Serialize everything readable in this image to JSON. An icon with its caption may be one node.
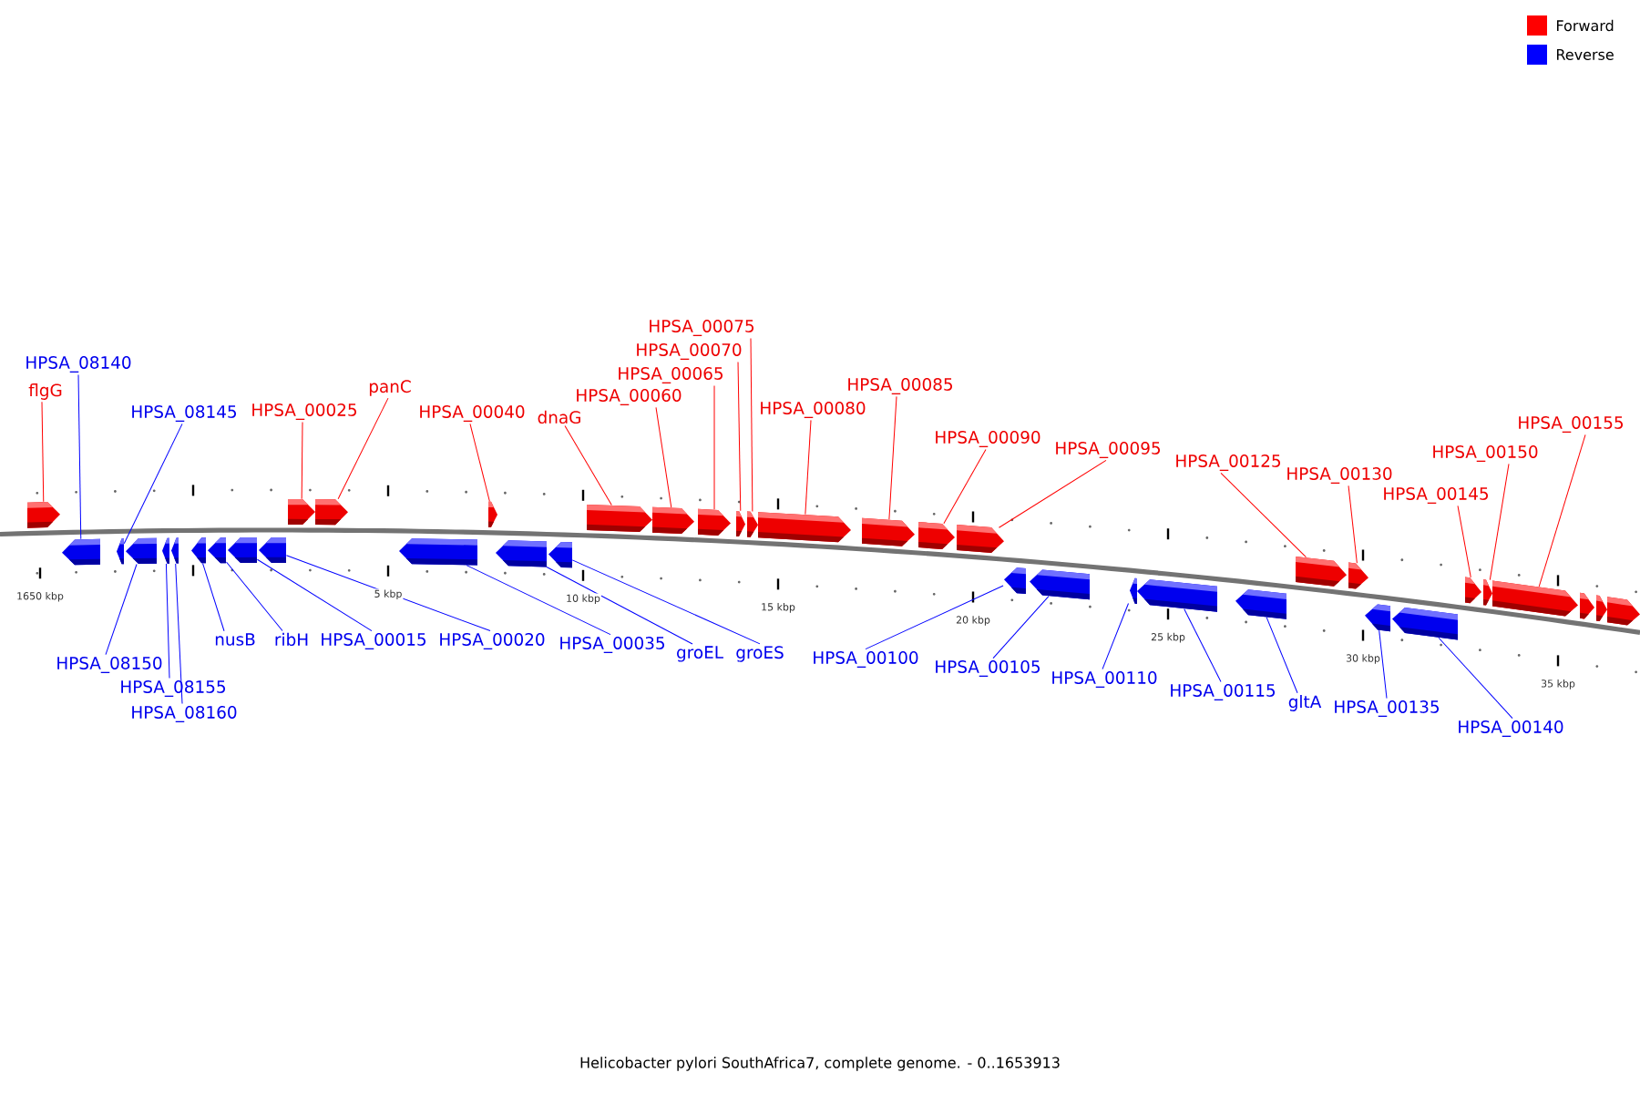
{
  "diagram": {
    "caption": "Helicobacter pylori SouthAfrica7, complete genome. - 0..1653913",
    "nodes": [
      {
        "text": [
          "flgG"
        ]
      },
      {
        "text": [
          "HPSA_08140"
        ]
      },
      {
        "text": [
          "HPSA_08145"
        ]
      },
      {
        "text": [
          "HPSA_00025"
        ]
      },
      {
        "text": [
          "panC"
        ]
      },
      {
        "text": [
          "HPSA_00040"
        ]
      },
      {
        "text": [
          "dnaG"
        ]
      },
      {
        "text": [
          "HPSA_00060"
        ]
      },
      {
        "text": [
          "HPSA_00065"
        ]
      },
      {
        "text": [
          "HPSA_00070"
        ]
      },
      {
        "text": [
          "HPSA_00075"
        ]
      },
      {
        "text": [
          "HPSA_00080"
        ]
      },
      {
        "text": [
          "HPSA_00085"
        ]
      },
      {
        "text": [
          "HPSA_00090"
        ]
      },
      {
        "text": [
          "HPSA_00095"
        ]
      },
      {
        "text": [
          "HPSA_00125"
        ]
      },
      {
        "text": [
          "HPSA_00130"
        ]
      },
      {
        "text": [
          "HPSA_00145"
        ]
      },
      {
        "text": [
          "HPSA_00150"
        ]
      },
      {
        "text": [
          "HPSA_00155"
        ]
      },
      {
        "text": [
          "HPSA_08150"
        ]
      },
      {
        "text": [
          "HPSA_08155"
        ]
      },
      {
        "text": [
          "HPSA_08160"
        ]
      },
      {
        "text": [
          "nusB"
        ]
      },
      {
        "text": [
          "ribH"
        ]
      },
      {
        "text": [
          "HPSA_00015"
        ]
      },
      {
        "text": [
          "HPSA_00020"
        ]
      },
      {
        "text": [
          "HPSA_00035"
        ]
      },
      {
        "text": [
          "groEL"
        ]
      },
      {
        "text": [
          "groES"
        ]
      },
      {
        "text": [
          "HPSA_00100"
        ]
      },
      {
        "text": [
          "HPSA_00105"
        ]
      },
      {
        "text": [
          "HPSA_00110"
        ]
      },
      {
        "text": [
          "HPSA_00115"
        ]
      },
      {
        "text": [
          "gltA"
        ]
      },
      {
        "text": [
          "HPSA_00135"
        ]
      },
      {
        "text": [
          "HPSA_00140"
        ]
      },
      {
        "text": [],
        "shape": "arrow"
      },
      {
        "text": [],
        "shape": "arrow"
      },
      {
        "text": [],
        "shape": "arrow"
      },
      {
        "text": [],
        "shape": "arrow"
      },
      {
        "text": [],
        "shape": "arrow"
      },
      {
        "text": [],
        "shape": "arrow"
      },
      {
        "text": [],
        "shape": "arrow"
      },
      {
        "text": [],
        "shape": "arrow"
      },
      {
        "text": [],
        "shape": "arrow"
      },
      {
        "text": [],
        "shape": "arrow"
      },
      {
        "text": [],
        "shape": "arrow"
      },
      {
        "text": [],
        "shape": "arrow"
      },
      {
        "text": [],
        "shape": "arrow"
      },
      {
        "text": [],
        "shape": "arrow"
      },
      {
        "text": [],
        "shape": "arrow"
      },
      {
        "text": [],
        "shape": "arrow"
      },
      {
        "text": [],
        "shape": "arrow"
      },
      {
        "text": [],
        "shape": "arrow"
      },
      {
        "text": [],
        "shape": "arrow"
      },
      {
        "text": [],
        "shape": "arrow"
      },
      {
        "text": [],
        "shape": "arrow"
      },
      {
        "text": [],
        "shape": "arrow"
      },
      {
        "text": [],
        "shape": "arrow"
      },
      {
        "text": [],
        "shape": "arrow"
      },
      {
        "text": [],
        "shape": "arrow"
      },
      {
        "text": [],
        "shape": "arrow"
      },
      {
        "text": [],
        "shape": "arrow"
      },
      {
        "text": [],
        "shape": "arrow"
      },
      {
        "text": [],
        "shape": "arrow"
      },
      {
        "text": [],
        "shape": "arrow"
      },
      {
        "text": [],
        "shape": "arrow"
      },
      {
        "text": [],
        "shape": "arrow"
      },
      {
        "text": [],
        "shape": "arrow"
      },
      {
        "text": [],
        "shape": "arrow"
      },
      {
        "text": [],
        "shape": "arrow"
      },
      {
        "text": [],
        "shape": "arrow"
      },
      {
        "text": [],
        "shape": "arrow"
      },
      {
        "text": [],
        "shape": "arrow"
      },
      {
        "text": [],
        "shape": "arrow"
      },
      {
        "text": [],
        "shape": "arrow"
      }
    ],
    "edges": [
      {
        "from": 0,
        "to": 37,
        "arrow": "none",
        "color": "#ff0000"
      },
      {
        "from": 1,
        "to": 58,
        "arrow": "none"
      },
      {
        "from": 2,
        "to": 59,
        "arrow": "none"
      },
      {
        "from": 3,
        "to": 38,
        "arrow": "none",
        "color": "#ff0000"
      },
      {
        "from": 4,
        "to": 39,
        "arrow": "none",
        "color": "#ff0000"
      },
      {
        "from": 5,
        "to": 40,
        "arrow": "none",
        "color": "#ff0000"
      },
      {
        "from": 6,
        "to": 41,
        "arrow": "none",
        "color": "#ff0000"
      },
      {
        "from": 7,
        "to": 42,
        "arrow": "none",
        "color": "#ff0000"
      },
      {
        "from": 8,
        "to": 43,
        "arrow": "none",
        "color": "#ff0000"
      },
      {
        "from": 9,
        "to": 44,
        "arrow": "none",
        "color": "#ff0000"
      },
      {
        "from": 10,
        "to": 45,
        "arrow": "none",
        "color": "#ff0000"
      },
      {
        "from": 11,
        "to": 46,
        "arrow": "none",
        "color": "#ff0000"
      },
      {
        "from": 12,
        "to": 47,
        "arrow": "none",
        "color": "#ff0000"
      },
      {
        "from": 13,
        "to": 48,
        "arrow": "none",
        "color": "#ff0000"
      },
      {
        "from": 14,
        "to": 49,
        "arrow": "none",
        "color": "#ff0000"
      },
      {
        "from": 15,
        "to": 50,
        "arrow": "none",
        "color": "#ff0000"
      },
      {
        "from": 16,
        "to": 51,
        "arrow": "none",
        "color": "#ff0000"
      },
      {
        "from": 17,
        "to": 52,
        "arrow": "none",
        "color": "#ff0000"
      },
      {
        "from": 18,
        "to": 53,
        "arrow": "none",
        "color": "#ff0000"
      },
      {
        "from": 19,
        "to": 54,
        "arrow": "none",
        "color": "#ff0000"
      },
      {
        "from": 20,
        "to": 60,
        "arrow": "none"
      },
      {
        "from": 21,
        "to": 61,
        "arrow": "none"
      },
      {
        "from": 22,
        "to": 62,
        "arrow": "none"
      },
      {
        "from": 23,
        "to": 63,
        "arrow": "none"
      },
      {
        "from": 24,
        "to": 64,
        "arrow": "none"
      },
      {
        "from": 25,
        "to": 65,
        "arrow": "none"
      },
      {
        "from": 26,
        "to": 66,
        "arrow": "none"
      },
      {
        "from": 27,
        "to": 67,
        "arrow": "none"
      },
      {
        "from": 28,
        "to": 68,
        "arrow": "none"
      },
      {
        "from": 29,
        "to": 69,
        "arrow": "none"
      },
      {
        "from": 30,
        "to": 70,
        "arrow": "none"
      },
      {
        "from": 31,
        "to": 71,
        "arrow": "none"
      },
      {
        "from": 32,
        "to": 72,
        "arrow": "none"
      },
      {
        "from": 33,
        "to": 73,
        "arrow": "none"
      },
      {
        "from": 34,
        "to": 74,
        "arrow": "none"
      },
      {
        "from": 35,
        "to": 75,
        "arrow": "none"
      },
      {
        "from": 36,
        "to": 76,
        "arrow": "none"
      }
    ],
    "labels": [
      "1650 kbp",
      "5 kbp",
      "10 kbp",
      "15 kbp",
      "20 kbp",
      "25 kbp",
      "30 kbp",
      "35 kbp"
    ],
    "legend": [
      {
        "text": "Forward",
        "color": "#ff0000"
      },
      {
        "text": "Reverse",
        "color": "#0000ff"
      }
    ]
  }
}
